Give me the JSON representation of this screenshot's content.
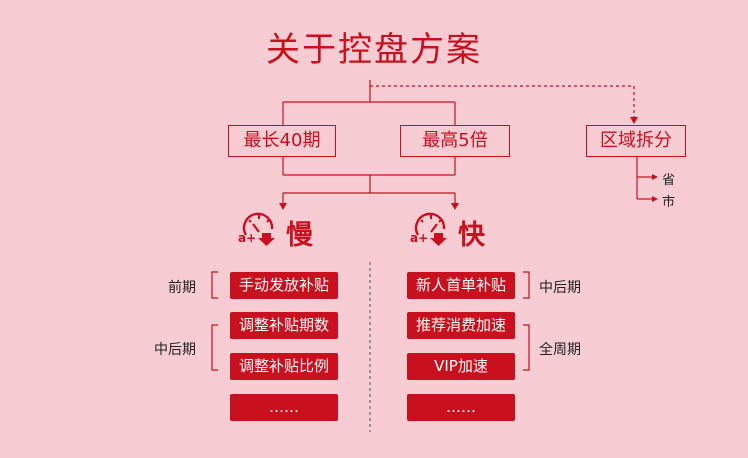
{
  "title": "关于控盘方案",
  "top_boxes": {
    "max_term": "最长40期",
    "max_multiple": "最高5倍",
    "region_split": "区域拆分"
  },
  "region_children": [
    "省",
    "市"
  ],
  "speeds": {
    "slow": "慢",
    "fast": "快",
    "icon_glyph": "a+"
  },
  "left": {
    "groups": [
      {
        "label": "前期",
        "items": [
          "手动发放补贴"
        ]
      },
      {
        "label": "中后期",
        "items": [
          "调整补贴期数",
          "调整补贴比例"
        ]
      }
    ],
    "more": "……"
  },
  "right": {
    "groups": [
      {
        "label": "中后期",
        "items": [
          "新人首单补贴"
        ]
      },
      {
        "label": "全周期",
        "items": [
          "推荐消费加速",
          "VIP加速"
        ]
      }
    ],
    "more": "……"
  },
  "colors": {
    "background": "#f7cdd3",
    "accent": "#c8101e"
  }
}
